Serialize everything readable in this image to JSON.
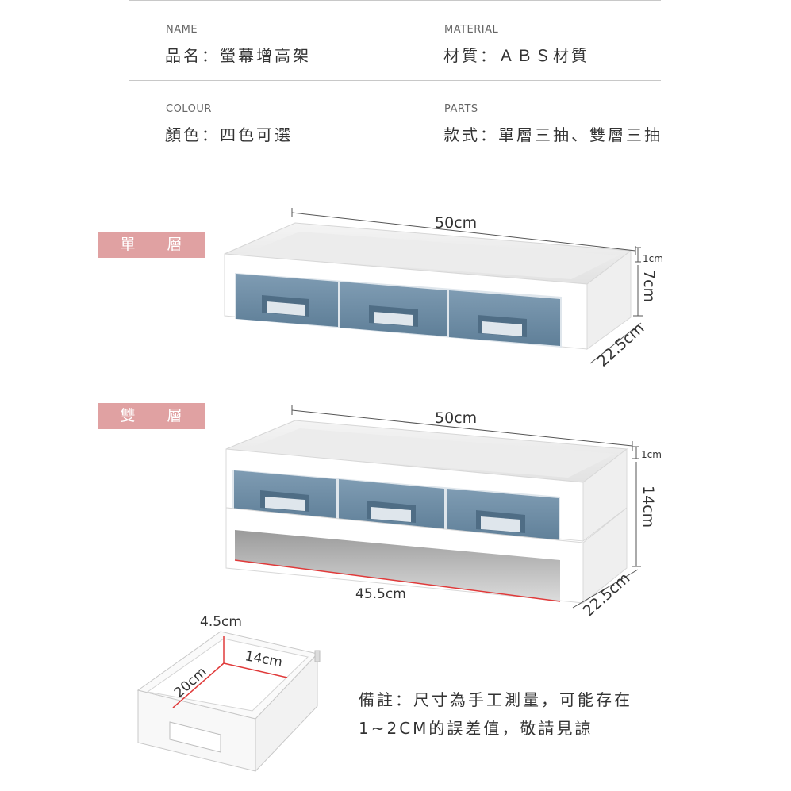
{
  "specs": {
    "name": {
      "en": "NAME",
      "zh": "品名：螢幕增高架"
    },
    "material": {
      "en": "MATERIAL",
      "zh": "材質：ＡＢＳ材質"
    },
    "colour": {
      "en": "COLOUR",
      "zh": "顏色：四色可選"
    },
    "parts": {
      "en": "PARTS",
      "zh": "款式：單層三抽、雙層三抽"
    }
  },
  "variants": {
    "single": {
      "tag_a": "單",
      "tag_b": "層",
      "width": "50cm",
      "top": "1cm",
      "height": "7cm",
      "depth": "22.5cm"
    },
    "double": {
      "tag_a": "雙",
      "tag_b": "層",
      "width": "50cm",
      "top": "1cm",
      "height": "14cm",
      "depth": "22.5cm",
      "inner_width": "45.5cm"
    }
  },
  "drawer": {
    "height": "4.5cm",
    "width": "14cm",
    "depth": "20cm"
  },
  "note": {
    "line1": "備註：尺寸為手工測量，可能存在",
    "line2": "1~2CM的誤差值，敬請見諒"
  },
  "colors": {
    "drawer_blue": "#6f8ea6",
    "tag_pink": "#e0a1a2",
    "measure_red": "#e03a3a"
  }
}
